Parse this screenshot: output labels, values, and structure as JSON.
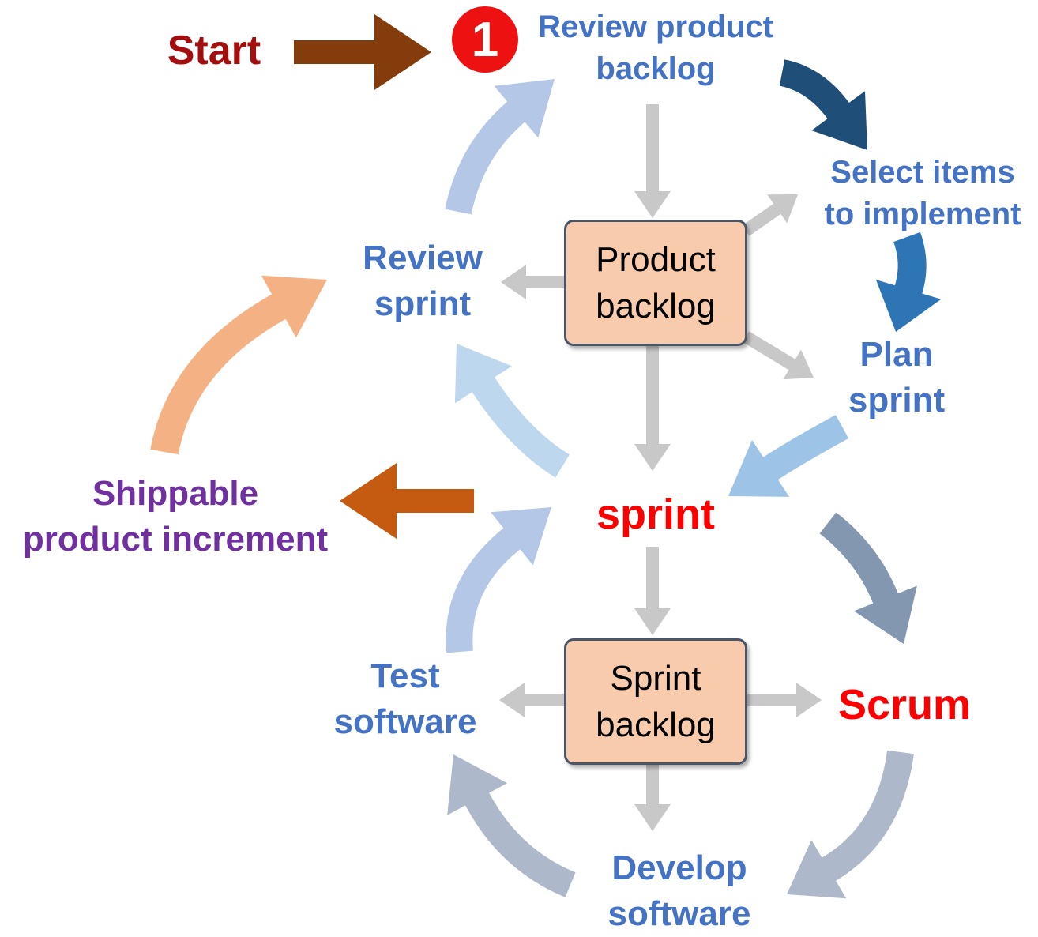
{
  "start": {
    "label": "Start",
    "color": "#a50e0e"
  },
  "step_badge": {
    "number": "1",
    "color": "#ee1111"
  },
  "steps": {
    "review_backlog": {
      "line1": "Review product",
      "line2": "backlog"
    },
    "select_items": {
      "line1": "Select items",
      "line2": "to implement"
    },
    "plan_sprint": {
      "line1": "Plan",
      "line2": "sprint"
    },
    "review_sprint": {
      "line1": "Review",
      "line2": "sprint"
    },
    "test_software": {
      "line1": "Test",
      "line2": "software"
    },
    "develop_software": {
      "line1": "Develop",
      "line2": "software"
    },
    "step_color": "#4472c4"
  },
  "center": {
    "sprint": "sprint",
    "scrum": "Scrum",
    "color": "#ff0000"
  },
  "shippable": {
    "line1": "Shippable",
    "line2": "product increment",
    "color": "#7030a0"
  },
  "product_backlog": {
    "line1": "Product",
    "line2": "backlog"
  },
  "sprint_backlog": {
    "line1": "Sprint",
    "line2": "backlog"
  },
  "box_fill": "#f8cbad",
  "colors": {
    "start_arrow": "#843c0c",
    "ship_arrow": "#c55a11",
    "cycle_dark_blue": "#1f4e79",
    "cycle_mid_blue": "#2e75b6",
    "cycle_light_blue": "#9dc3e6",
    "cycle_slate": "#8497b0",
    "cycle_grey_blue": "#adb9ca",
    "cycle_periwinkle": "#b4c7e7",
    "cycle_pale_blue": "#bdd7ee",
    "cycle_peach": "#f4b183",
    "connector_grey": "#c8c8c8"
  }
}
